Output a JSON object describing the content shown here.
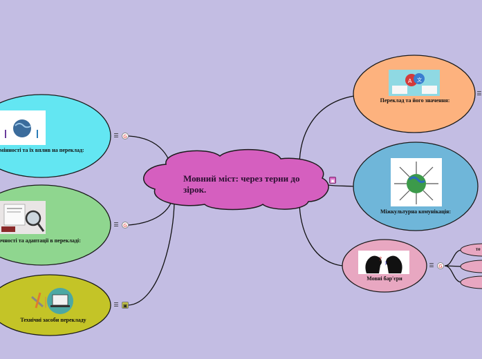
{
  "center": {
    "title": "Мовний міст: через терни до зірок."
  },
  "branches": {
    "cultural": {
      "label": "Відмінності та їх вплив на переклад:",
      "image_icon": "globe-people-icon"
    },
    "accuracy": {
      "label": "Точності та адаптації в перекладі:",
      "image_icon": "magnifier-document-icon"
    },
    "tools": {
      "label": "Технічні засоби перекладу",
      "image_icon": "computer-tools-icon"
    },
    "translation": {
      "label": "Переклад та його значення:",
      "image_icon": "translate-icon"
    },
    "intercultural": {
      "label": "Міжкультурна комунікація:",
      "image_icon": "world-people-icon"
    },
    "barriers": {
      "label": "Мовні бар'єри",
      "image_icon": "heads-speech-icon",
      "sub_fragment": "те"
    }
  },
  "colors": {
    "background": "#c3bde3",
    "center": "#d55fbf",
    "cyan": "#63e6f2",
    "green": "#8fd68f",
    "olive": "#c4c427",
    "orange": "#fdb27e",
    "blue": "#6fb6d9",
    "pink": "#e8a7c1"
  }
}
